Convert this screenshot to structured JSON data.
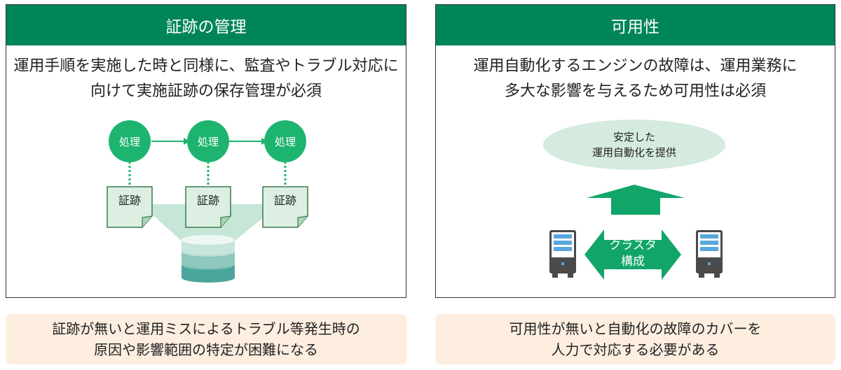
{
  "colors": {
    "header_bg": "#008556",
    "header_text": "#ffffff",
    "node_green": "#1db46f",
    "doc_fill": "#dcefe2",
    "doc_border": "#3d7a4c",
    "ellipse_fill": "#d5ebe0",
    "note_bg": "#fdeee0"
  },
  "left_panel": {
    "title": "証跡の管理",
    "desc_line1": "運用手順を実施した時と同様に、監査やトラブル対応に",
    "desc_line2": "向けて実施証跡の保存管理が必須",
    "process_label": "処理",
    "evidence_label": "証跡",
    "icons": [
      "process-node",
      "evidence-document",
      "database-icon"
    ]
  },
  "right_panel": {
    "title": "可用性",
    "desc_line1": "運用自動化するエンジンの故障は、運用業務に",
    "desc_line2": "多大な影響を与えるため可用性は必須",
    "goal_line1": "安定した",
    "goal_line2": "運用自動化を提供",
    "cluster_line1": "クラスタ",
    "cluster_line2": "構成",
    "icons": [
      "up-arrow-icon",
      "server-icon",
      "double-arrow-icon"
    ]
  },
  "notes": {
    "left_line1": "証跡が無いと運用ミスによるトラブル等発生時の",
    "left_line2": "原因や影響範囲の特定が困難になる",
    "right_line1": "可用性が無いと自動化の故障のカバーを",
    "right_line2": "人力で対応する必要がある"
  }
}
